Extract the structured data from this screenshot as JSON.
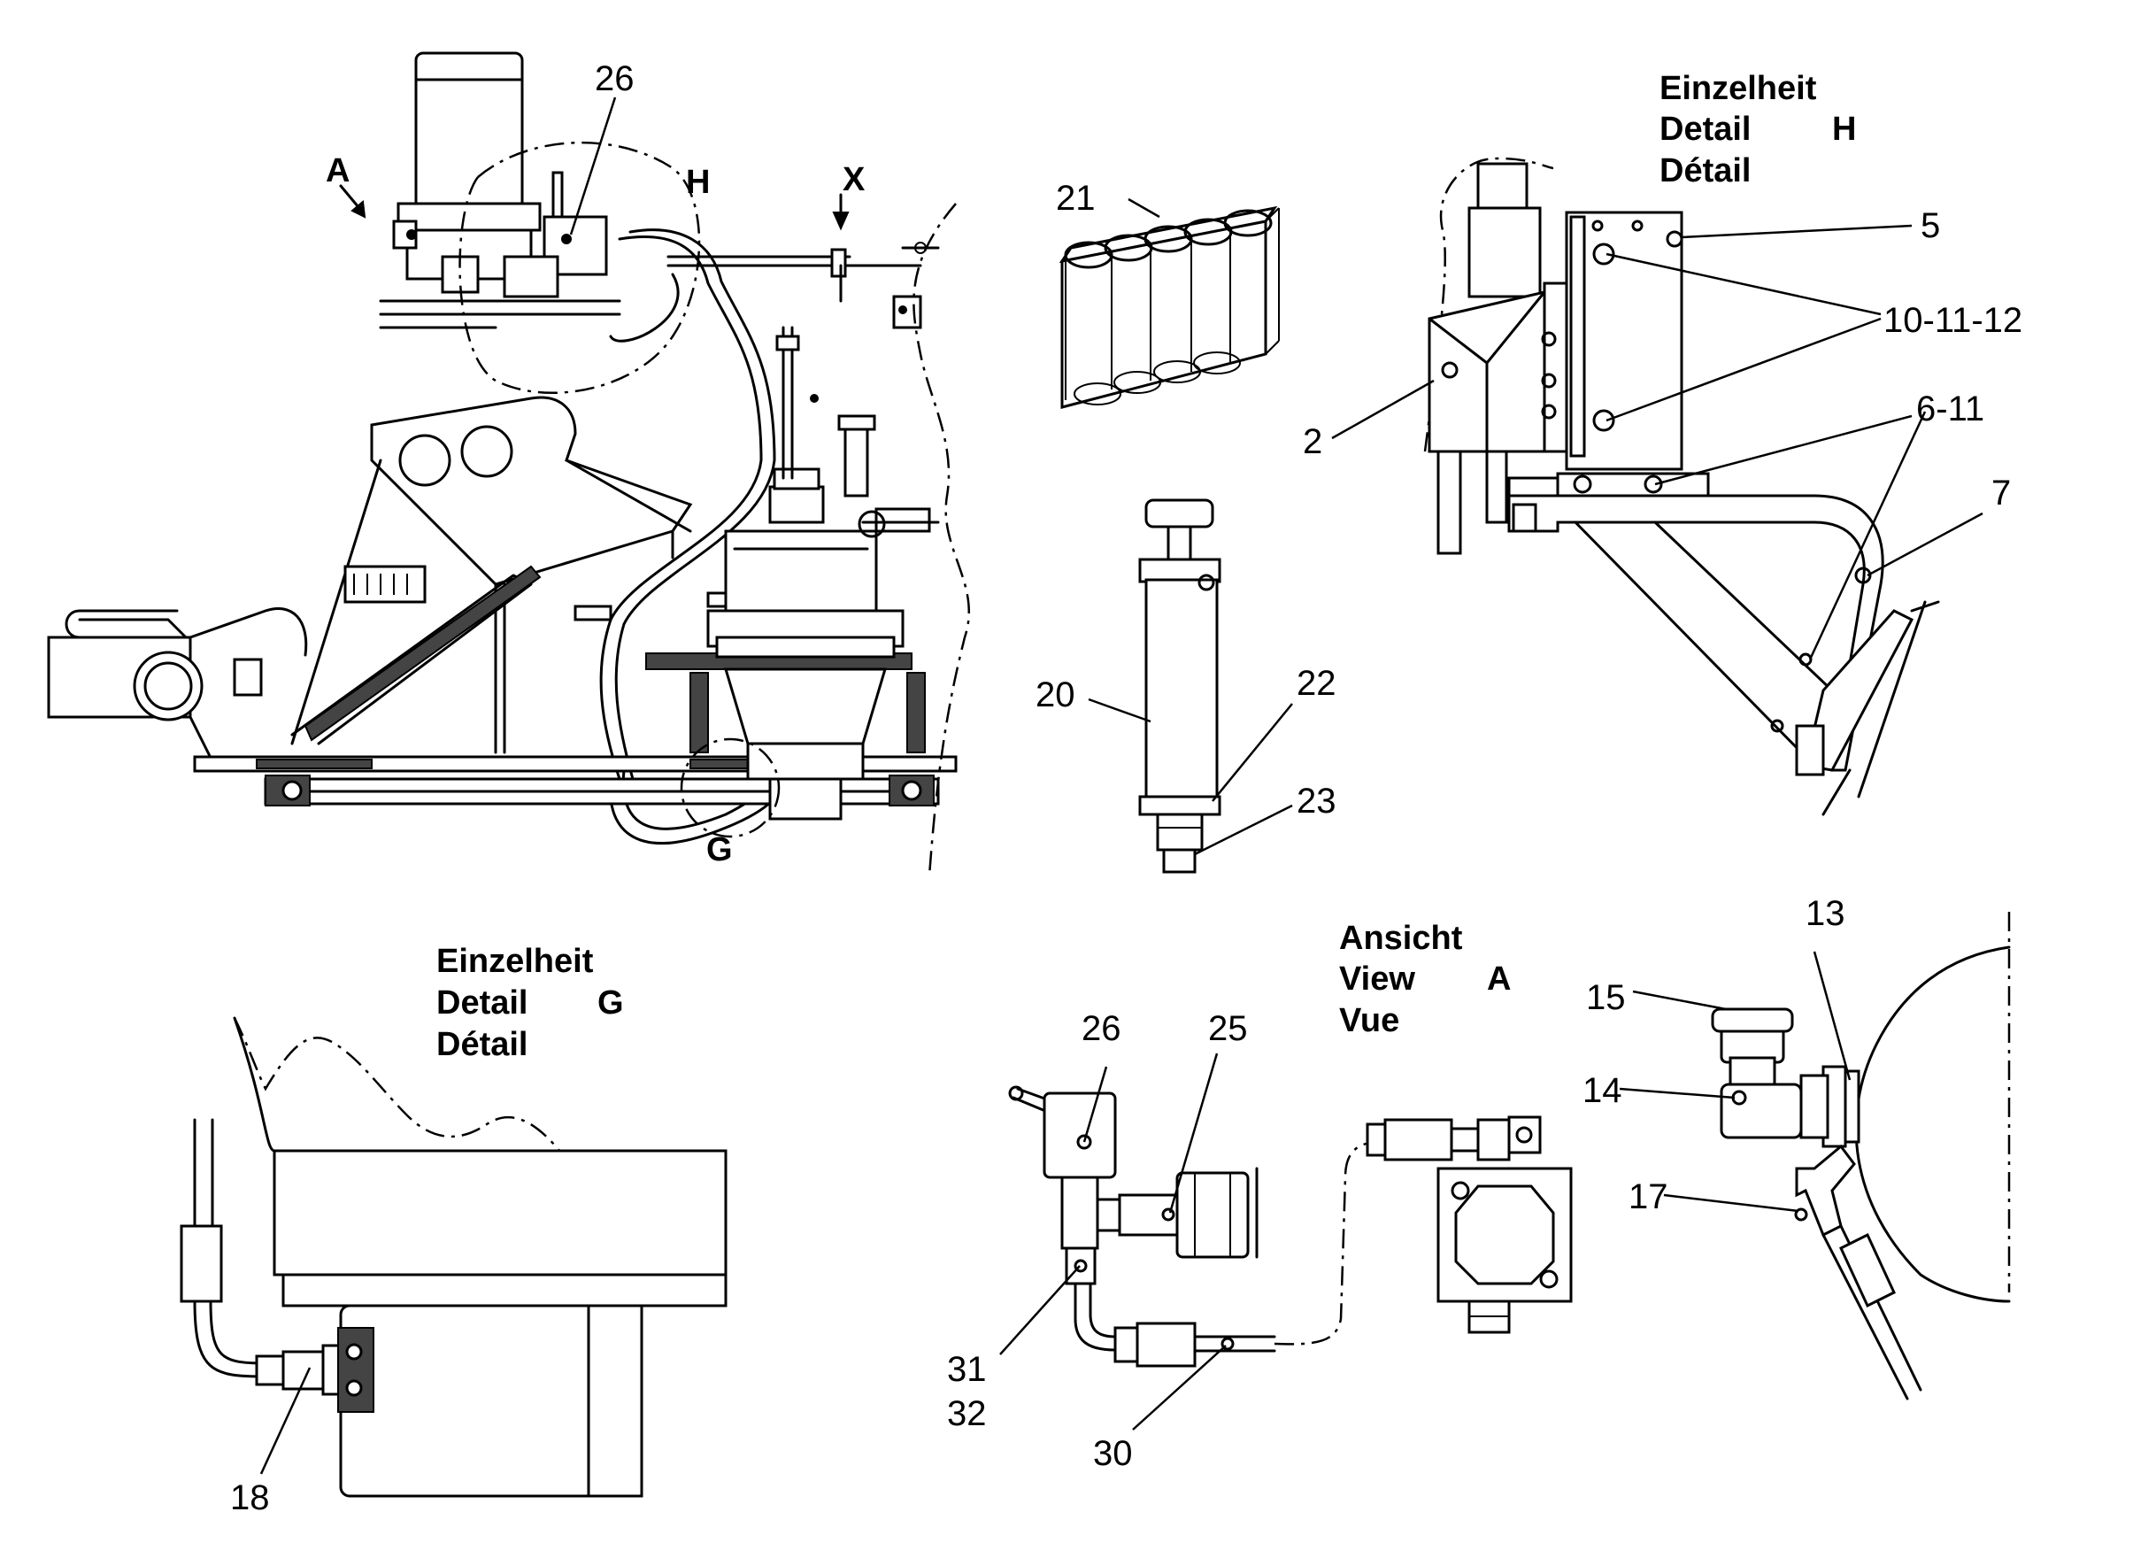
{
  "callouts": {
    "c26_main": "26",
    "cA": "A",
    "cH": "H",
    "cX": "X",
    "cG": "G",
    "c21": "21",
    "c20": "20",
    "c22": "22",
    "c23": "23",
    "c2": "2",
    "c5": "5",
    "c10_11_12": "10-11-12",
    "c6_11": "6-11",
    "c7": "7",
    "c18": "18",
    "c26_view": "26",
    "c25": "25",
    "c31": "31",
    "c32": "32",
    "c30": "30",
    "c13": "13",
    "c15": "15",
    "c14": "14",
    "c17": "17"
  },
  "detail_h": {
    "line1": "Einzelheit",
    "line2": "Detail",
    "letter": "H",
    "line3": "Détail"
  },
  "detail_g": {
    "line1": "Einzelheit",
    "line2": "Detail",
    "letter": "G",
    "line3": "Détail"
  },
  "view_a": {
    "line1": "Ansicht",
    "line2": "View",
    "letter": "A",
    "line3": "Vue"
  }
}
